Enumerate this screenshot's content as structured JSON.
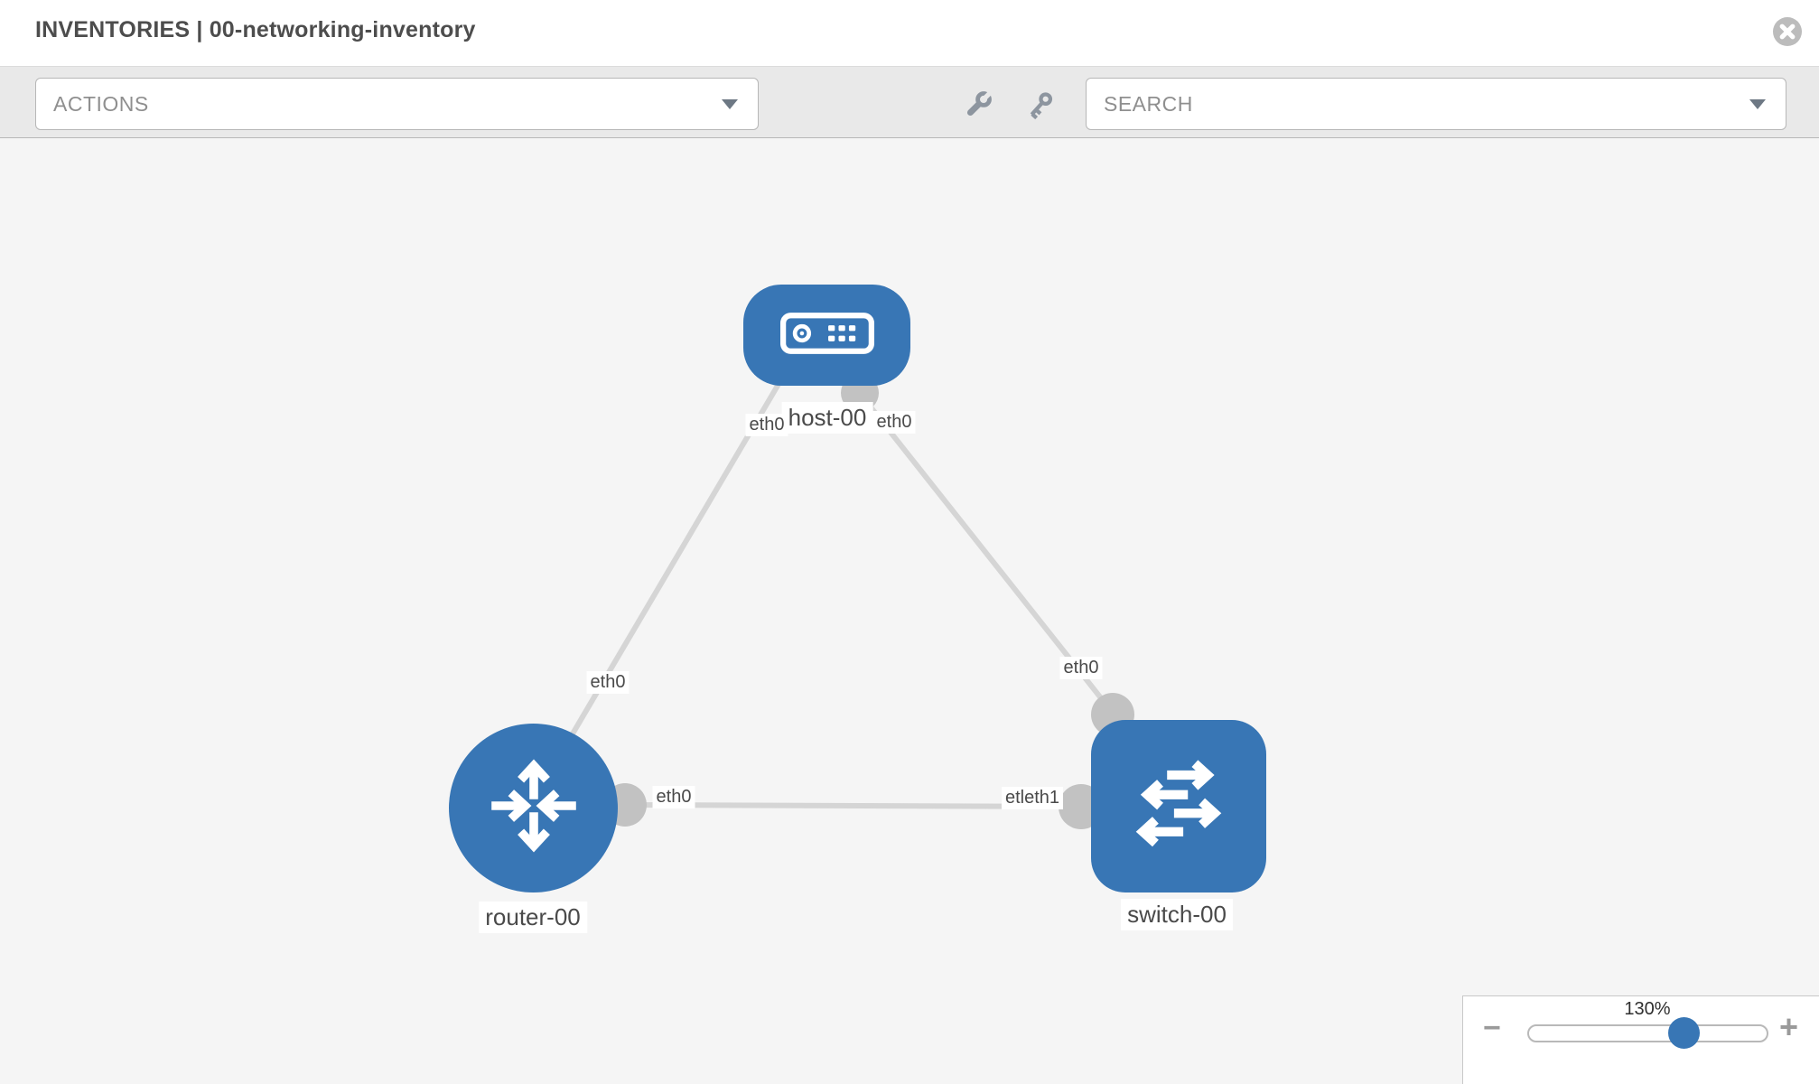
{
  "header": {
    "title": "INVENTORIES | 00-networking-inventory",
    "close_icon": "circle-x-icon"
  },
  "toolbar": {
    "actions_label": "ACTIONS",
    "search_label": "SEARCH",
    "icons": [
      "wrench-icon",
      "key-icon"
    ]
  },
  "topology": {
    "nodes": {
      "host": {
        "label": "host-00",
        "type": "host"
      },
      "router": {
        "label": "router-00",
        "type": "router"
      },
      "switch": {
        "label": "switch-00",
        "type": "switch"
      }
    },
    "interfaces": {
      "host_left": "eth0",
      "host_right": "eth0",
      "router_top": "eth0",
      "router_right": "eth0",
      "switch_top": "eth0",
      "switch_left": "etleth1"
    },
    "links": [
      {
        "from": "host-00",
        "to": "router-00"
      },
      {
        "from": "host-00",
        "to": "switch-00"
      },
      {
        "from": "router-00",
        "to": "switch-00"
      }
    ]
  },
  "zoom_control": {
    "value": "130%",
    "minus_label": "−",
    "plus_label": "+"
  },
  "colors": {
    "node_fill": "#3876b5",
    "link": "#d5d5d5",
    "connector": "#c2c2c2",
    "toolbar_bg": "#e9e9e9",
    "canvas_bg": "#f5f5f5",
    "slider_thumb": "#3876b5"
  }
}
